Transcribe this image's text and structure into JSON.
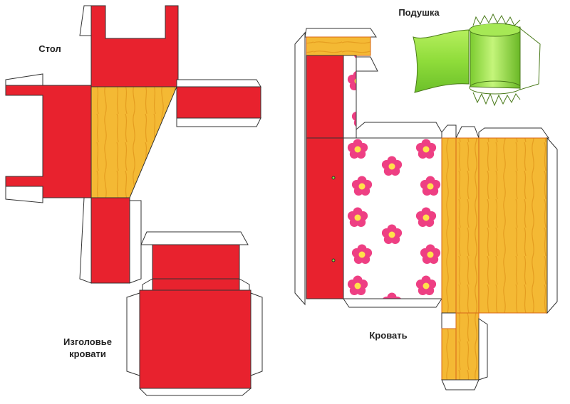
{
  "labels": {
    "table": "Стол",
    "pillow": "Подушка",
    "headboard": "Изголовье\nкровати",
    "bed": "Кровать"
  },
  "colors": {
    "red": "#e8222e",
    "wood": "#f2b632",
    "wood_dark": "#e39a1c",
    "flap": "#ffffff",
    "outline": "#333333",
    "pillow_green": "#8fdc3a",
    "flower": "#ee3f83",
    "flower_center": "#ffe14a"
  }
}
